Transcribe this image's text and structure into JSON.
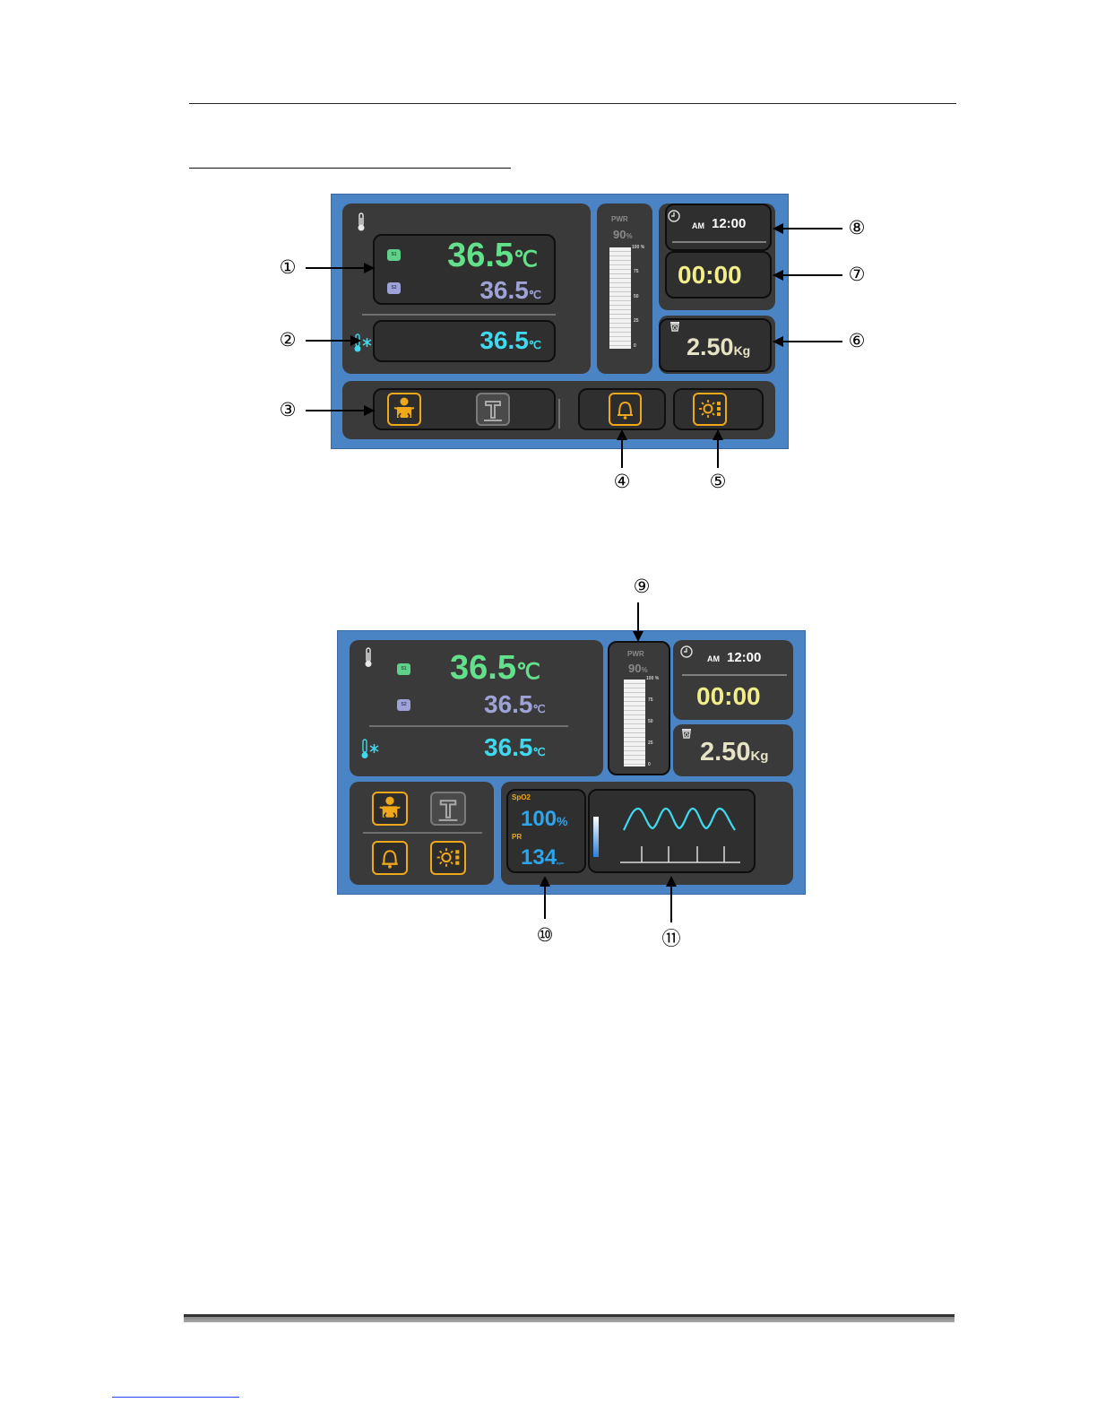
{
  "screen1": {
    "sensor1_badge": "S1",
    "sensor2_badge": "S2",
    "skin_temp": "36.5",
    "skin_temp_unit": "℃",
    "sensor2_temp": "36.5",
    "sensor2_unit": "℃",
    "air_temp": "36.5",
    "air_temp_unit": "℃",
    "power_label": "PWR",
    "power_value": "90",
    "power_unit": "%",
    "power_level": 0.9,
    "scale_ticks": [
      "100 %",
      "75",
      "50",
      "25",
      "0"
    ],
    "clock_ampm": "AM",
    "clock_time": "12:00",
    "timer": "00:00",
    "weight": "2.50",
    "weight_unit": "Kg"
  },
  "screen2": {
    "sensor1_badge": "S1",
    "sensor2_badge": "S2",
    "skin_temp": "36.5",
    "skin_temp_unit": "℃",
    "sensor2_temp": "36.5",
    "sensor2_unit": "℃",
    "air_temp": "36.5",
    "air_temp_unit": "℃",
    "power_label": "PWR",
    "power_value": "90",
    "power_unit": "%",
    "power_level": 0.9,
    "scale_ticks": [
      "100 %",
      "75",
      "50",
      "25",
      "0"
    ],
    "clock_ampm": "AM",
    "clock_time": "12:00",
    "timer": "00:00",
    "weight": "2.50",
    "weight_unit": "Kg",
    "spo2_label": "SpO2",
    "spo2_value": "100",
    "spo2_unit": "%",
    "pr_label": "PR",
    "pr_value": "134",
    "pr_unit": "bpm"
  },
  "callouts": [
    "①",
    "②",
    "③",
    "④",
    "⑤",
    "⑥",
    "⑦",
    "⑧",
    "⑨",
    "⑩",
    "⑪"
  ],
  "icons": {
    "thermometer": "thermometer-icon",
    "air": "air-temperature-icon",
    "baby": "baby-mode-icon",
    "manual": "manual-mode-icon",
    "alarm": "alarm-bell-icon",
    "settings": "settings-icon",
    "clock": "clock-icon",
    "scale": "scale-icon"
  },
  "colors": {
    "frame": "#4a84c4",
    "panel": "#3a3a3a",
    "skin_temp": "#63e08a",
    "sensor2": "#9ea2d6",
    "air_temp": "#3fd9ee",
    "timer": "#f1ee8a",
    "accent": "#f0a81b",
    "spo2": "#2aa6ee"
  }
}
